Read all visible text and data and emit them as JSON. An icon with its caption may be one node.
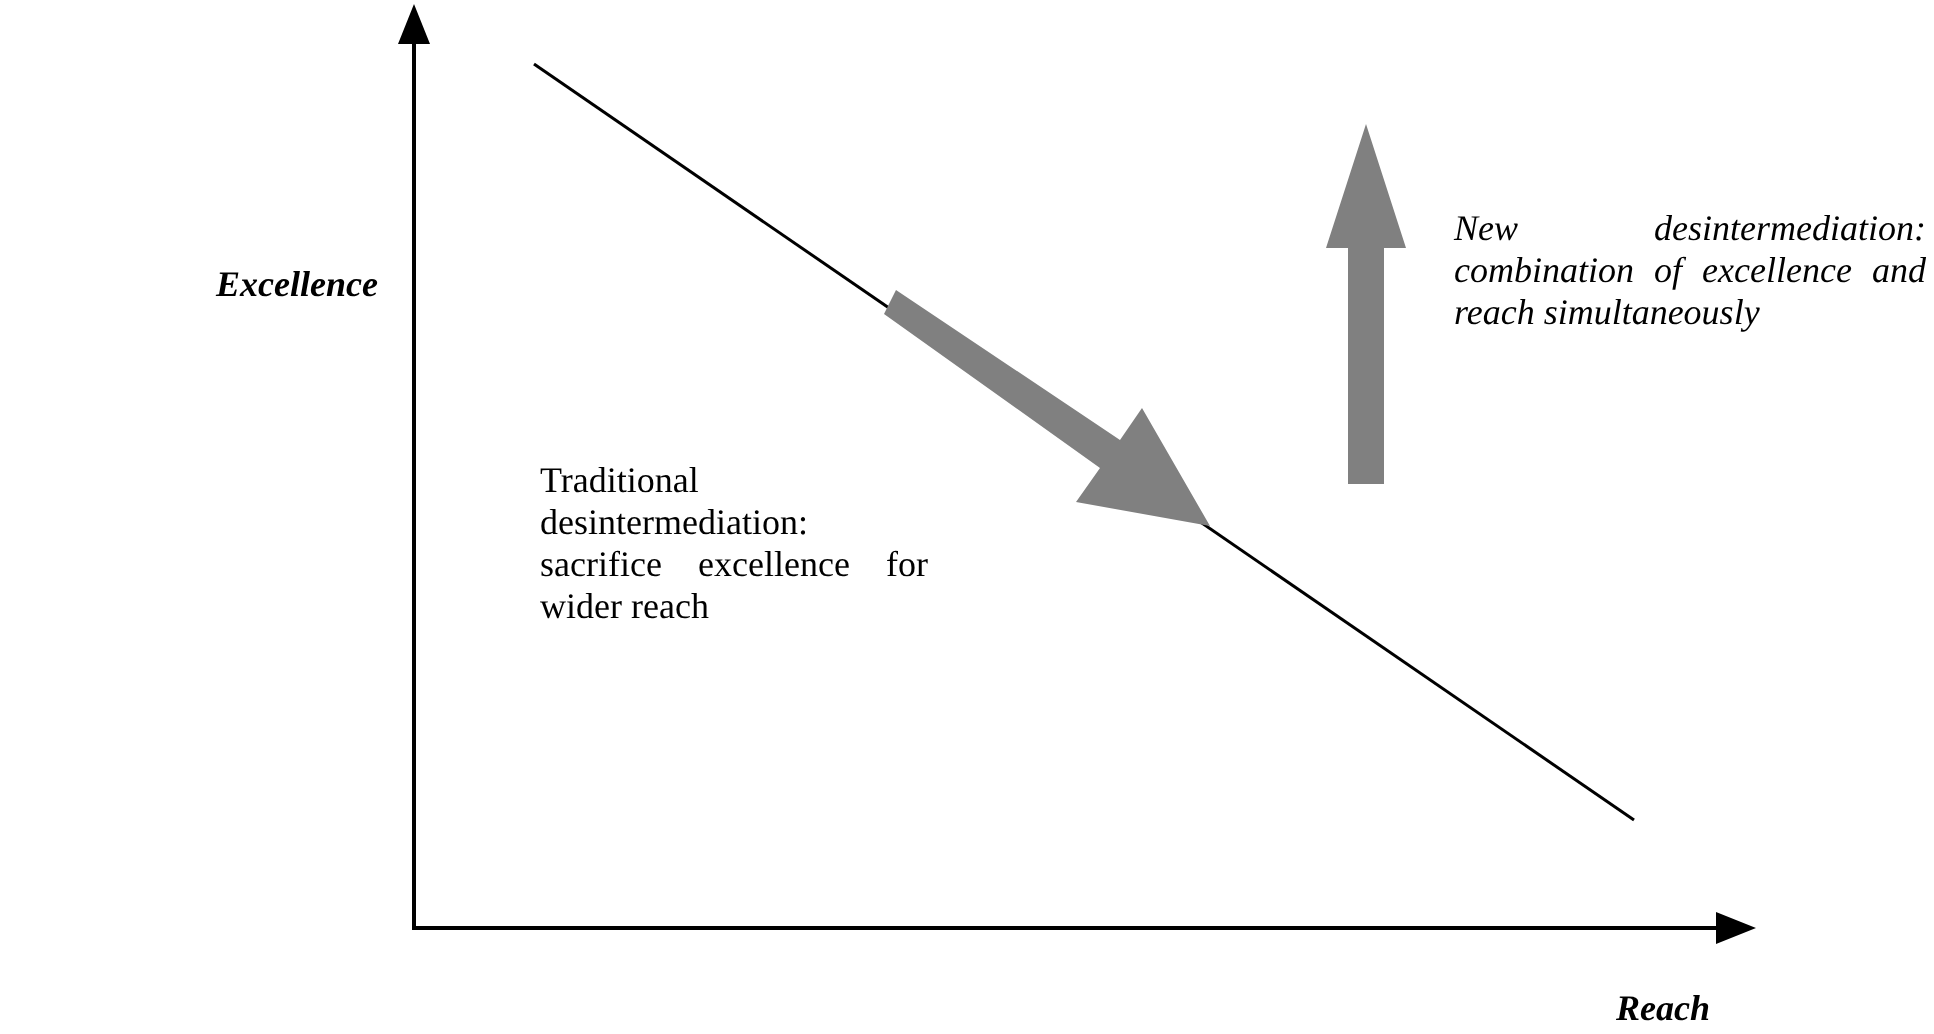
{
  "diagram": {
    "labels": [
      "Excellence",
      "New desintermediation: combination of excellence and reach simultaneously",
      "Traditional desintermediation: sacrifice excellence for wider reach",
      "Reach"
    ]
  }
}
